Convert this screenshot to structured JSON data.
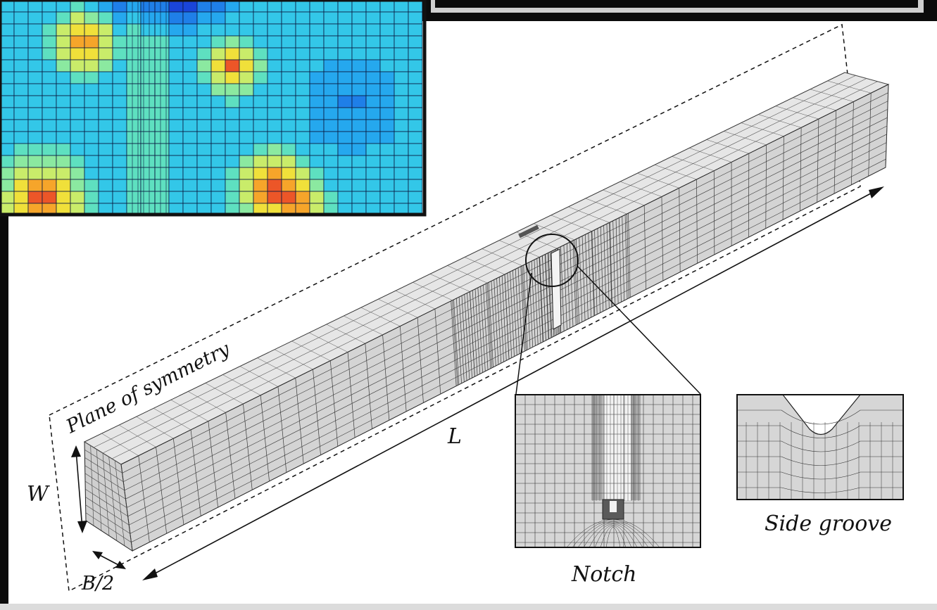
{
  "labels": {
    "plane_of_symmetry": "Plane of symmetry",
    "length": "L",
    "width": "W",
    "half_thickness": "B/2",
    "notch": "Notch",
    "side_groove": "Side groove"
  },
  "colors": {
    "mesh_face": "#d9d9d9",
    "mesh_top": "#e6e6e6",
    "mesh_line": "#3a3a3a",
    "contour_low": "#0a1fb8",
    "contour_mid": "#5fe0a8",
    "contour_high": "#e8382a"
  }
}
